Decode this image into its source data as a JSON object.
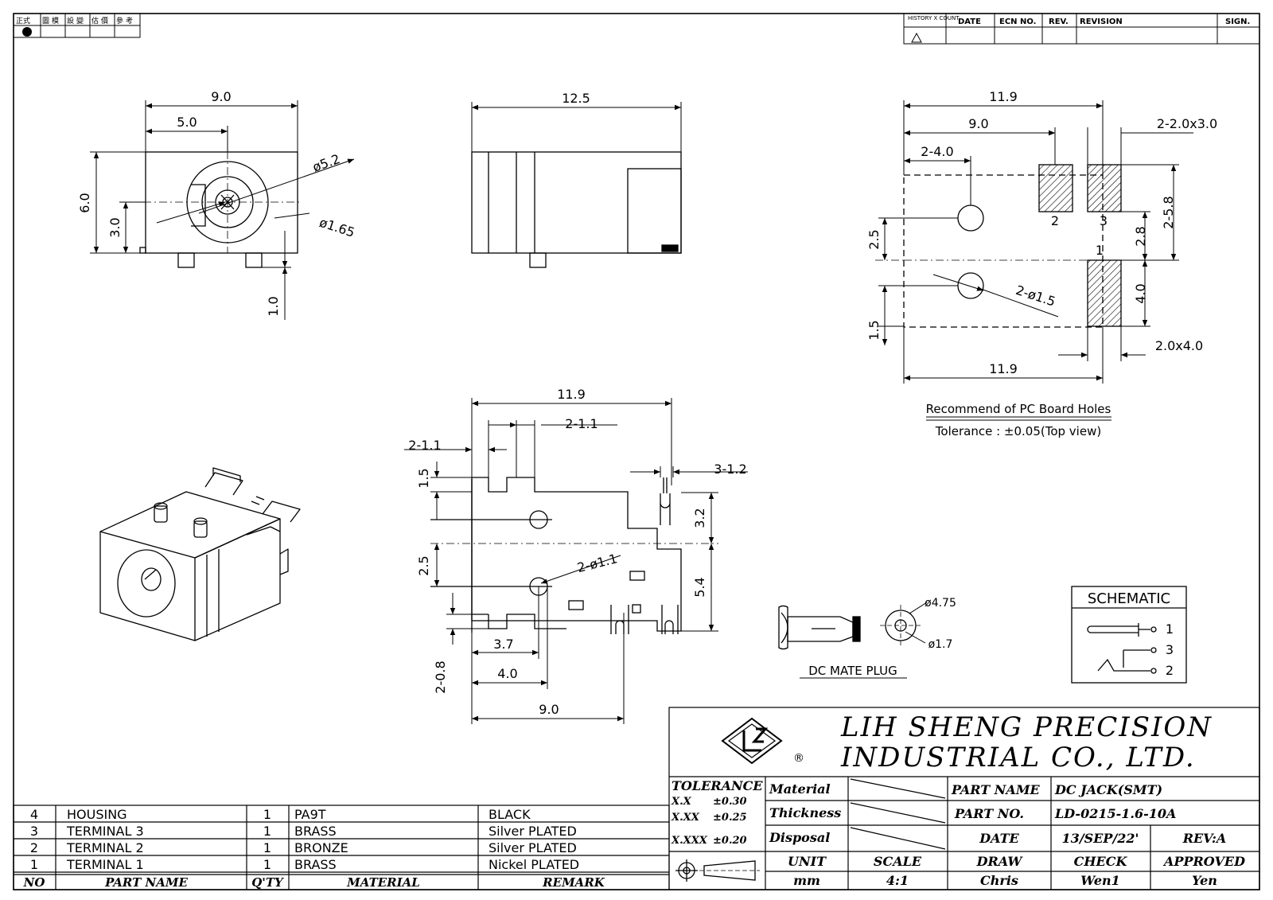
{
  "top_left_stamp": [
    "正式",
    "圖",
    "模",
    "設",
    "變",
    "估",
    "價",
    "參",
    "考"
  ],
  "revision_block": {
    "history_count": "HISTORY X COUNT",
    "date": "DATE",
    "ecn_no": "ECN NO.",
    "rev": "REV.",
    "revision": "REVISION",
    "sign": "SIGN."
  },
  "front_view": {
    "width": "9.0",
    "half_width": "5.0",
    "height": "6.0",
    "half_height": "3.0",
    "bore": "ø5.2",
    "pin": "ø1.65",
    "pin_height": "1.0"
  },
  "side_view": {
    "length": "12.5"
  },
  "pcb_layout": {
    "overall_top": "11.9",
    "row1": "9.0",
    "slot_size": "2-2.0x3.0",
    "hole_spacing": "2-4.0",
    "height_total": "2-5.8",
    "dim_2_5": "2.5",
    "dim_2_8": "2.8",
    "dim_4_0": "4.0",
    "dim_1_5": "1.5",
    "holes": "2-ø1.5",
    "pad_1": "2.0x4.0",
    "overall_bottom": "11.9",
    "pad_labels": [
      "2",
      "3",
      "1"
    ],
    "title": "Recommend of PC Board Holes",
    "tolerance": "Tolerance : ±0.05(Top view)"
  },
  "top_view": {
    "length": "11.9",
    "d_2_1_1_a": "2-1.1",
    "d_2_1_1_b": "2-1.1",
    "d_3_1_2": "3-1.2",
    "d_1_5": "1.5",
    "d_2_5": "2.5",
    "d_3_2": "3.2",
    "d_5_4": "5.4",
    "holes": "2-ø1.1",
    "d_3_7": "3.7",
    "d_4_0": "4.0",
    "d_9_0": "9.0",
    "d_2_0_8": "2-0.8"
  },
  "mate_plug": {
    "label": "DC MATE PLUG",
    "od": "ø4.75",
    "id": "ø1.7"
  },
  "schematic": {
    "title": "SCHEMATIC",
    "pins": [
      "1",
      "3",
      "2"
    ]
  },
  "company": {
    "line1": "LIH SHENG PRECISION",
    "line2": "INDUSTRIAL CO., LTD.",
    "logo_registered": "®"
  },
  "tolerance_block": {
    "title": "TOLERANCE",
    "rows": [
      {
        "format": "X.X",
        "value": "±0.30"
      },
      {
        "format": "X.XX",
        "value": "±0.25"
      },
      {
        "format": "X.XXX",
        "value": "±0.20"
      }
    ]
  },
  "spec_labels": {
    "material": "Material",
    "thickness": "Thickness",
    "disposal": "Disposal"
  },
  "part_info": {
    "part_name_label": "PART NAME",
    "part_name": "DC JACK(SMT)",
    "part_no_label": "PART NO.",
    "part_no": "LD-0215-1.6-10A",
    "date_label": "DATE",
    "date": "13/SEP/22'",
    "rev": "REV:A"
  },
  "signoff": {
    "headers": [
      "UNIT",
      "SCALE",
      "DRAW",
      "CHECK",
      "APPROVED"
    ],
    "values": [
      "mm",
      "4:1",
      "Chris",
      "Wen1",
      "Yen"
    ]
  },
  "bom": {
    "headers": [
      "NO",
      "PART NAME",
      "Q'TY",
      "MATERIAL",
      "REMARK"
    ],
    "rows": [
      {
        "no": "4",
        "name": "HOUSING",
        "qty": "1",
        "material": "PA9T",
        "remark": "BLACK"
      },
      {
        "no": "3",
        "name": "TERMINAL 3",
        "qty": "1",
        "material": "BRASS",
        "remark": "Silver PLATED"
      },
      {
        "no": "2",
        "name": "TERMINAL 2",
        "qty": "1",
        "material": "BRONZE",
        "remark": "Silver PLATED"
      },
      {
        "no": "1",
        "name": "TERMINAL 1",
        "qty": "1",
        "material": "BRASS",
        "remark": "Nickel PLATED"
      }
    ]
  }
}
